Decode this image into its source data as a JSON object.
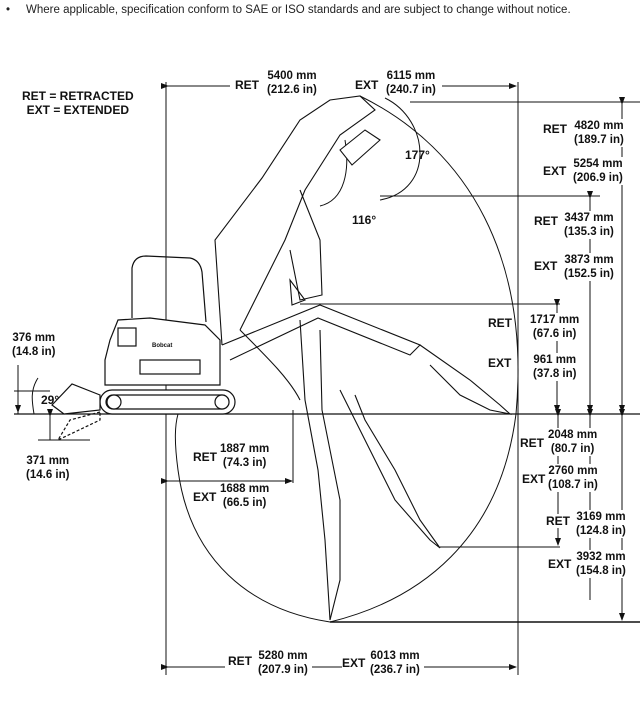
{
  "note": {
    "bullet": "•",
    "text": "Where applicable, specification conform to SAE or ISO standards and are subject to change without notice."
  },
  "legend": {
    "ret": "RET = RETRACTED",
    "ext": "EXT = EXTENDED"
  },
  "labels": {
    "ret": "RET",
    "ext": "EXT"
  },
  "dimensions": {
    "reach_top": {
      "ret": {
        "mm": "5400 mm",
        "in": "(212.6 in)"
      },
      "ext": {
        "mm": "6115 mm",
        "in": "(240.7 in)"
      }
    },
    "max_height": {
      "ret": {
        "mm": "4820 mm",
        "in": "(189.7 in)"
      },
      "ext": {
        "mm": "5254 mm",
        "in": "(206.9 in)"
      }
    },
    "dump_height": {
      "ret": {
        "mm": "3437 mm",
        "in": "(135.3 in)"
      },
      "ext": {
        "mm": "3873 mm",
        "in": "(152.5 in)"
      }
    },
    "dump_reach": {
      "ret": {
        "mm": "1717 mm",
        "in": "(67.6 in)"
      },
      "ext": {
        "mm": "961 mm",
        "in": "(37.8 in)"
      }
    },
    "vertical_wall_depth": {
      "ret": {
        "mm": "2048 mm",
        "in": "(80.7 in)"
      },
      "ext": {
        "mm": "2760 mm",
        "in": "(108.7 in)"
      }
    },
    "max_dig_depth": {
      "ret": {
        "mm": "3169 mm",
        "in": "(124.8 in)"
      },
      "ext": {
        "mm": "3932 mm",
        "in": "(154.8 in)"
      }
    },
    "min_radius": {
      "ret": {
        "mm": "1887 mm",
        "in": "(74.3 in)"
      },
      "ext": {
        "mm": "1688 mm",
        "in": "(66.5 in)"
      }
    },
    "reach_ground": {
      "ret": {
        "mm": "5280 mm",
        "in": "(207.9 in)"
      },
      "ext": {
        "mm": "6013 mm",
        "in": "(236.7 in)"
      }
    },
    "blade_lift": {
      "mm": "376 mm",
      "in": "(14.8 in)"
    },
    "blade_drop": {
      "mm": "371 mm",
      "in": "(14.6 in)"
    }
  },
  "angles": {
    "bucket_rotation": "177°",
    "arm_angle": "116°",
    "blade_angle": "29°"
  },
  "machine": {
    "brand_decal": "Bobcat"
  }
}
